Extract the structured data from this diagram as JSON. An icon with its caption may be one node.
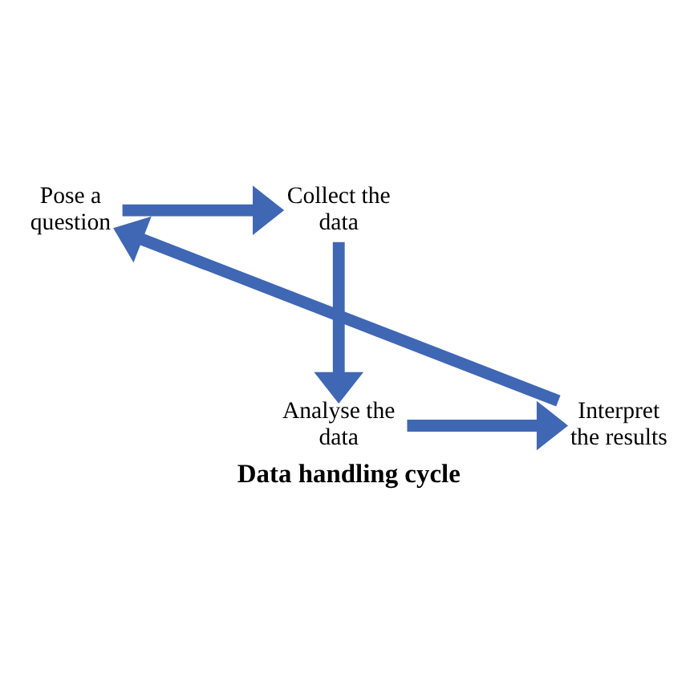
{
  "diagram": {
    "title": "Data handling cycle",
    "nodes": [
      {
        "text": [
          "Pose a question"
        ]
      },
      {
        "text": [
          "Collect the data"
        ]
      },
      {
        "text": [
          "Analyse the data"
        ]
      },
      {
        "text": [
          "Interpret the results"
        ]
      }
    ],
    "edges": [
      {
        "from": 0,
        "to": 1,
        "arrow": "to"
      },
      {
        "from": 1,
        "to": 2,
        "arrow": "to"
      },
      {
        "from": 2,
        "to": 3,
        "arrow": "to"
      },
      {
        "from": 3,
        "to": 0,
        "arrow": "to"
      }
    ]
  }
}
